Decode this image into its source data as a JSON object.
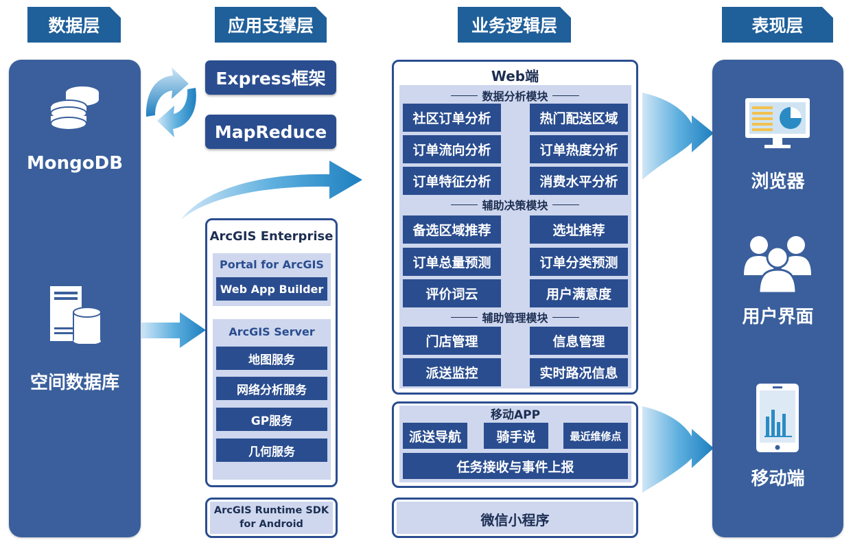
{
  "headers": {
    "data_layer": "数据层",
    "app_support_layer": "应用支撑层",
    "business_logic_layer": "业务逻辑层",
    "presentation_layer": "表现层"
  },
  "data_layer": {
    "mongodb_label": "MongoDB",
    "spatial_db_label": "空间数据库"
  },
  "app_support": {
    "express": "Express框架",
    "mapreduce": "MapReduce",
    "enterprise": {
      "title": "ArcGIS Enterprise",
      "portal_title": "Portal for ArcGIS",
      "web_app_builder": "Web App Builder",
      "server_title": "ArcGIS Server",
      "services": [
        "地图服务",
        "网络分析服务",
        "GP服务",
        "几何服务"
      ]
    },
    "runtime_sdk": "ArcGIS Runtime SDK\nfor Android"
  },
  "business": {
    "web": {
      "title": "Web端",
      "modules": [
        {
          "title": "数据分析模块",
          "items": [
            "社区订单分析",
            "热门配送区域",
            "订单流向分析",
            "订单热度分析",
            "订单特征分析",
            "消费水平分析"
          ]
        },
        {
          "title": "辅助决策模块",
          "items": [
            "备选区域推荐",
            "选址推荐",
            "订单总量预测",
            "订单分类预测",
            "评价词云",
            "用户满意度"
          ]
        },
        {
          "title": "辅助管理模块",
          "items": [
            "门店管理",
            "信息管理",
            "派送监控",
            "实时路况信息"
          ]
        }
      ]
    },
    "mobile": {
      "title": "移动APP",
      "items": [
        "派送导航",
        "骑手说",
        "最近维修点"
      ],
      "wide_item": "任务接收与事件上报"
    },
    "wechat": "微信小程序"
  },
  "presentation": {
    "browser": "浏览器",
    "user_interface": "用户界面",
    "mobile": "移动端"
  },
  "colors": {
    "header": "#1f5f9a",
    "panel": "#3a5f9c",
    "box": "#2a4d8f",
    "lavender": "#ced7ee",
    "arrow": "#2a8bc4"
  }
}
